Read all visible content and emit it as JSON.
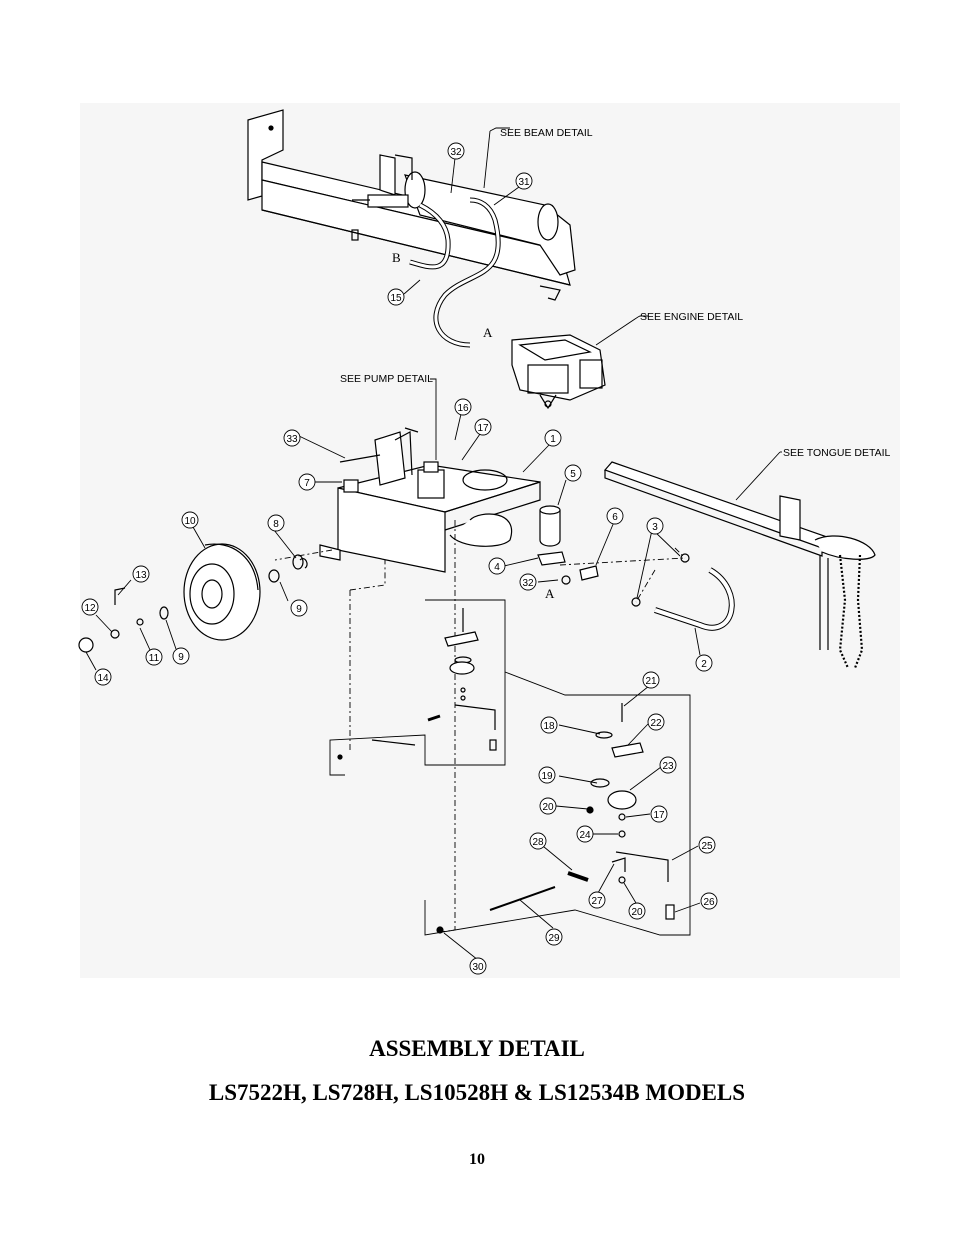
{
  "callouts": {
    "beam": "SEE BEAM DETAIL",
    "engine": "SEE ENGINE DETAIL",
    "pump": "SEE PUMP DETAIL",
    "tongue": "SEE TONGUE DETAIL"
  },
  "refs": {
    "a1": "A",
    "a2": "A",
    "b": "B"
  },
  "parts": {
    "p1": "1",
    "p2": "2",
    "p3": "3",
    "p4": "4",
    "p5": "5",
    "p6": "6",
    "p7": "7",
    "p8": "8",
    "p9a": "9",
    "p9b": "9",
    "p10": "10",
    "p11": "11",
    "p12": "12",
    "p13": "13",
    "p14": "14",
    "p15": "15",
    "p16": "16",
    "p17a": "17",
    "p17b": "17",
    "p18": "18",
    "p19": "19",
    "p20a": "20",
    "p20b": "20",
    "p21": "21",
    "p22": "22",
    "p23": "23",
    "p24": "24",
    "p25": "25",
    "p26": "26",
    "p27": "27",
    "p28": "28",
    "p29": "29",
    "p30": "30",
    "p31": "31",
    "p32a": "32",
    "p32b": "32",
    "p33": "33"
  },
  "title": "ASSEMBLY DETAIL",
  "subtitle": "LS7522H, LS728H, LS10528H & LS12534B MODELS",
  "page_number": "10"
}
